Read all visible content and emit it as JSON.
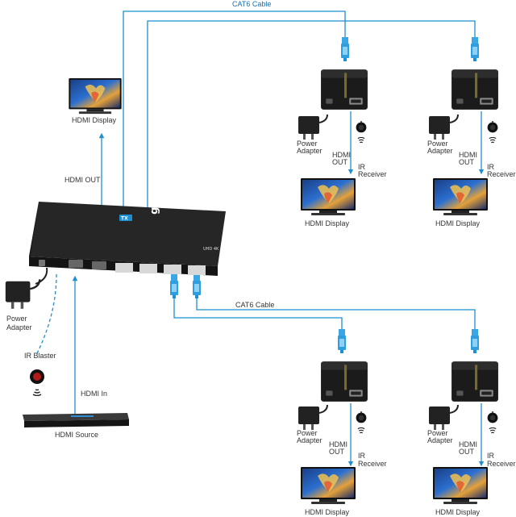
{
  "colors": {
    "cable": "#1e8fd0",
    "connector": "#2e9ee0",
    "device": "#1b1b1b",
    "device_top": "#2b2b2b",
    "accent": "#1e8fd0",
    "ir_led": "#b21a1a"
  },
  "labels": {
    "cat6_top": "CAT6 Cable",
    "cat6_bottom": "CAT6 Cable",
    "hdmi_display": "HDMI Display",
    "hdmi_out": "HDMI OUT",
    "hdmi_out_rx": "HDMI OUT",
    "hdmi_in": "HDMI In",
    "hdmi_source": "HDMI Source",
    "power_adapter": "Power Adapter",
    "power_adapter_l1": "Power",
    "power_adapter_l2": "Adapter",
    "hdmi_out_l1": "HDMI",
    "hdmi_out_l2": "OUT",
    "ir_receiver_l1": "IR",
    "ir_receiver_l2": "Receiver",
    "ir_blaster": "IR Blaster"
  },
  "transmitter": {
    "brand": "gofanco",
    "badge_tx": "TX",
    "badge_uhd": "UHD 4K"
  },
  "icons": {
    "display": "tv-monitor-icon",
    "power": "power-adapter-icon",
    "ir_receiver": "ir-receiver-icon",
    "ir_signal": "ir-signal-icon",
    "source": "media-player-icon"
  }
}
